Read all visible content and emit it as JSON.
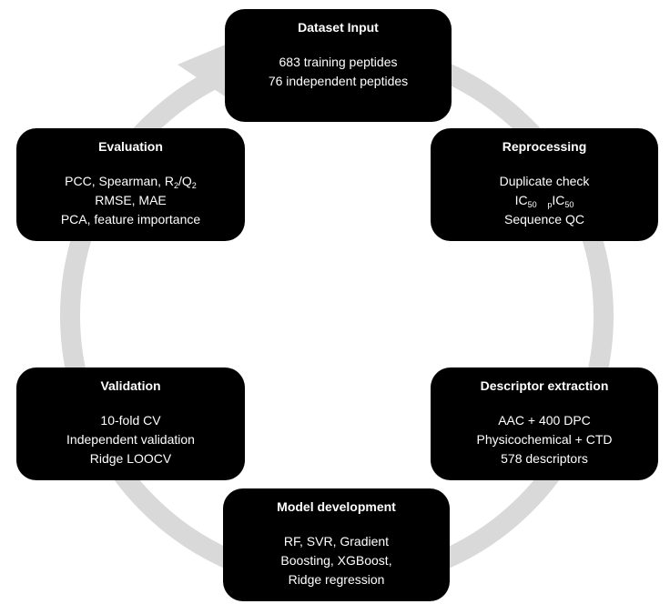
{
  "ring_color": "#d9d9d9",
  "node_color": "#000000",
  "text_color": "#ffffff",
  "nodes": {
    "dataset": {
      "title": "Dataset Input",
      "lines": [
        "683 training peptides",
        "76 independent peptides"
      ]
    },
    "reprocessing": {
      "title": "Reprocessing",
      "line1": "Duplicate check",
      "ic_a": "IC",
      "ic_a_sub": "50",
      "ic_sep": "   ",
      "ic_b_prefix": "p",
      "ic_b": "IC",
      "ic_b_sub": "50",
      "line3": "Sequence QC"
    },
    "descriptor": {
      "title": "Descriptor extraction",
      "lines": [
        "AAC + 400 DPC",
        "Physicochemical + CTD",
        "578 descriptors"
      ]
    },
    "model": {
      "title": "Model development",
      "lines": [
        "RF, SVR, Gradient",
        "Boosting, XGBoost,",
        "Ridge regression"
      ]
    },
    "validation": {
      "title": "Validation",
      "lines": [
        "10-fold CV",
        "Independent validation",
        "Ridge LOOCV"
      ]
    },
    "evaluation": {
      "title": "Evaluation",
      "line1_prefix": "PCC, Spearman, R",
      "r_sub": "2",
      "slash": "/Q",
      "q_sub": "2",
      "line2": "RMSE, MAE",
      "line3": "PCA, feature importance"
    }
  }
}
